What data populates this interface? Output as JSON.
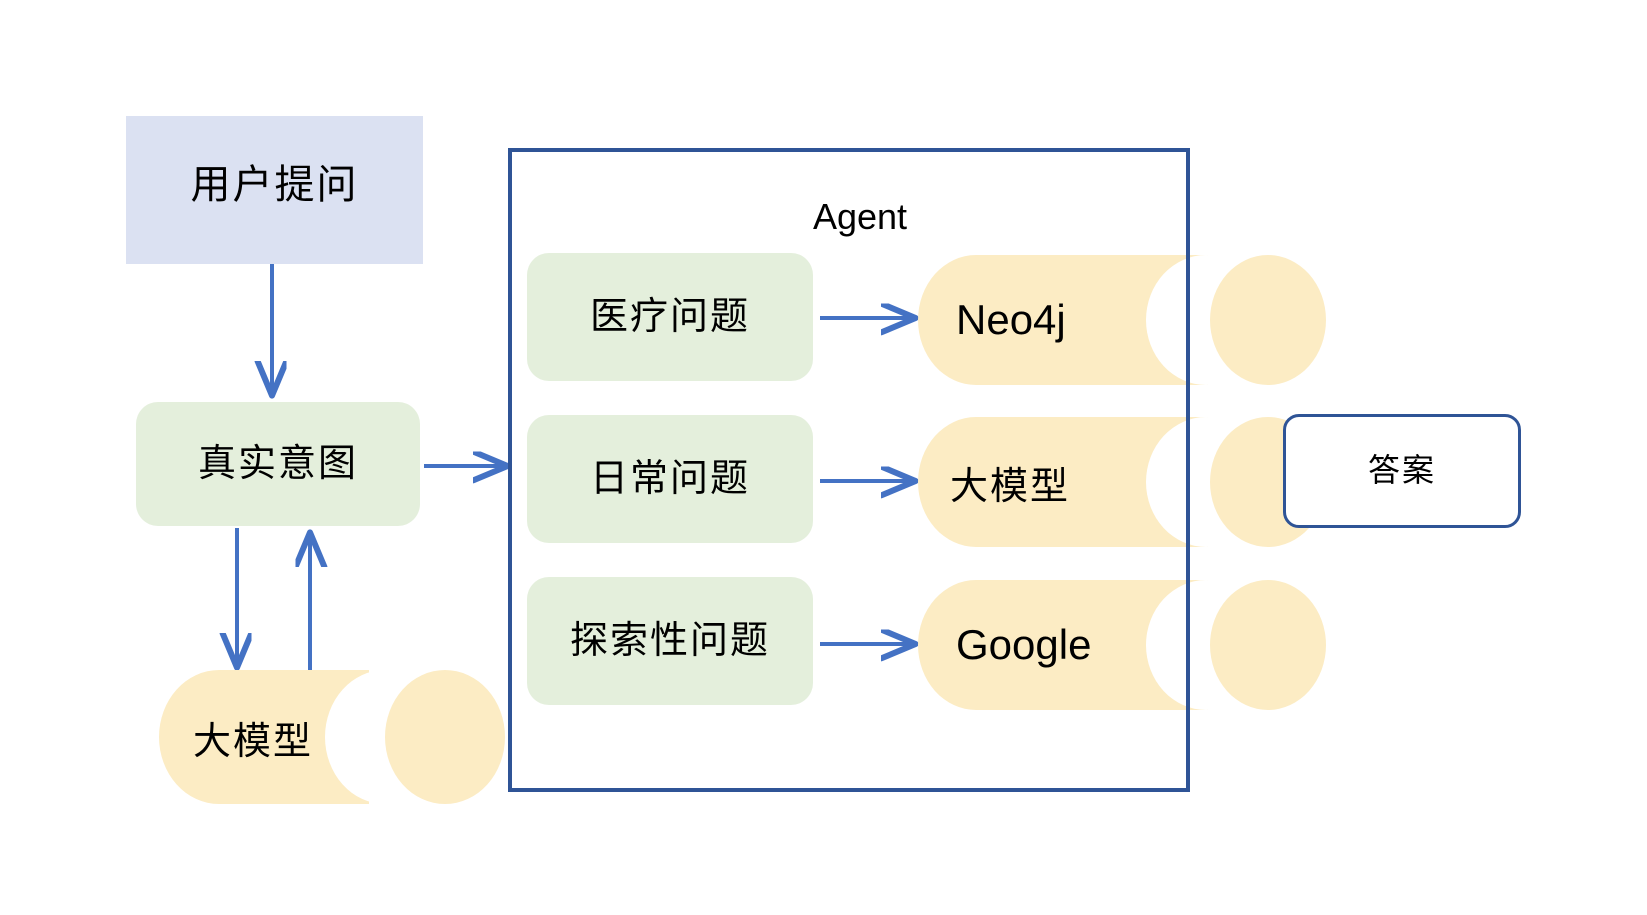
{
  "diagram": {
    "title": "Agent routing flow",
    "colors": {
      "periwinkle_fill": "#dbe1f2",
      "green_fill": "#e4efdc",
      "yellow_fill": "#fcecc4",
      "border_blue": "#2f5496",
      "arrow_blue": "#4472c4",
      "canvas": "#ffffff"
    },
    "nodes": {
      "user_question": "用户提问",
      "real_intent": "真实意图",
      "large_model_left": "大模型",
      "agent_title": "Agent",
      "question_medical": "医疗问题",
      "question_daily": "日常问题",
      "question_exploratory": "探索性问题",
      "tool_neo4j": "Neo4j",
      "tool_large_model": "大模型",
      "tool_google": "Google",
      "answer": "答案"
    },
    "edges": [
      {
        "id": "user-to-intent",
        "from": "用户提问",
        "to": "真实意图",
        "direction": "down"
      },
      {
        "id": "intent-to-llm",
        "from": "真实意图",
        "to": "大模型",
        "direction": "down"
      },
      {
        "id": "llm-to-intent",
        "from": "大模型",
        "to": "真实意图",
        "direction": "up"
      },
      {
        "id": "intent-to-agent",
        "from": "真实意图",
        "to": "Agent",
        "direction": "right"
      },
      {
        "id": "medical-to-neo4j",
        "from": "医疗问题",
        "to": "Neo4j",
        "direction": "right"
      },
      {
        "id": "daily-to-llm",
        "from": "日常问题",
        "to": "大模型",
        "direction": "right"
      },
      {
        "id": "exploratory-to-google",
        "from": "探索性问题",
        "to": "Google",
        "direction": "right"
      },
      {
        "id": "agent-to-answer",
        "from": "Agent",
        "to": "答案",
        "direction": "right"
      }
    ]
  }
}
